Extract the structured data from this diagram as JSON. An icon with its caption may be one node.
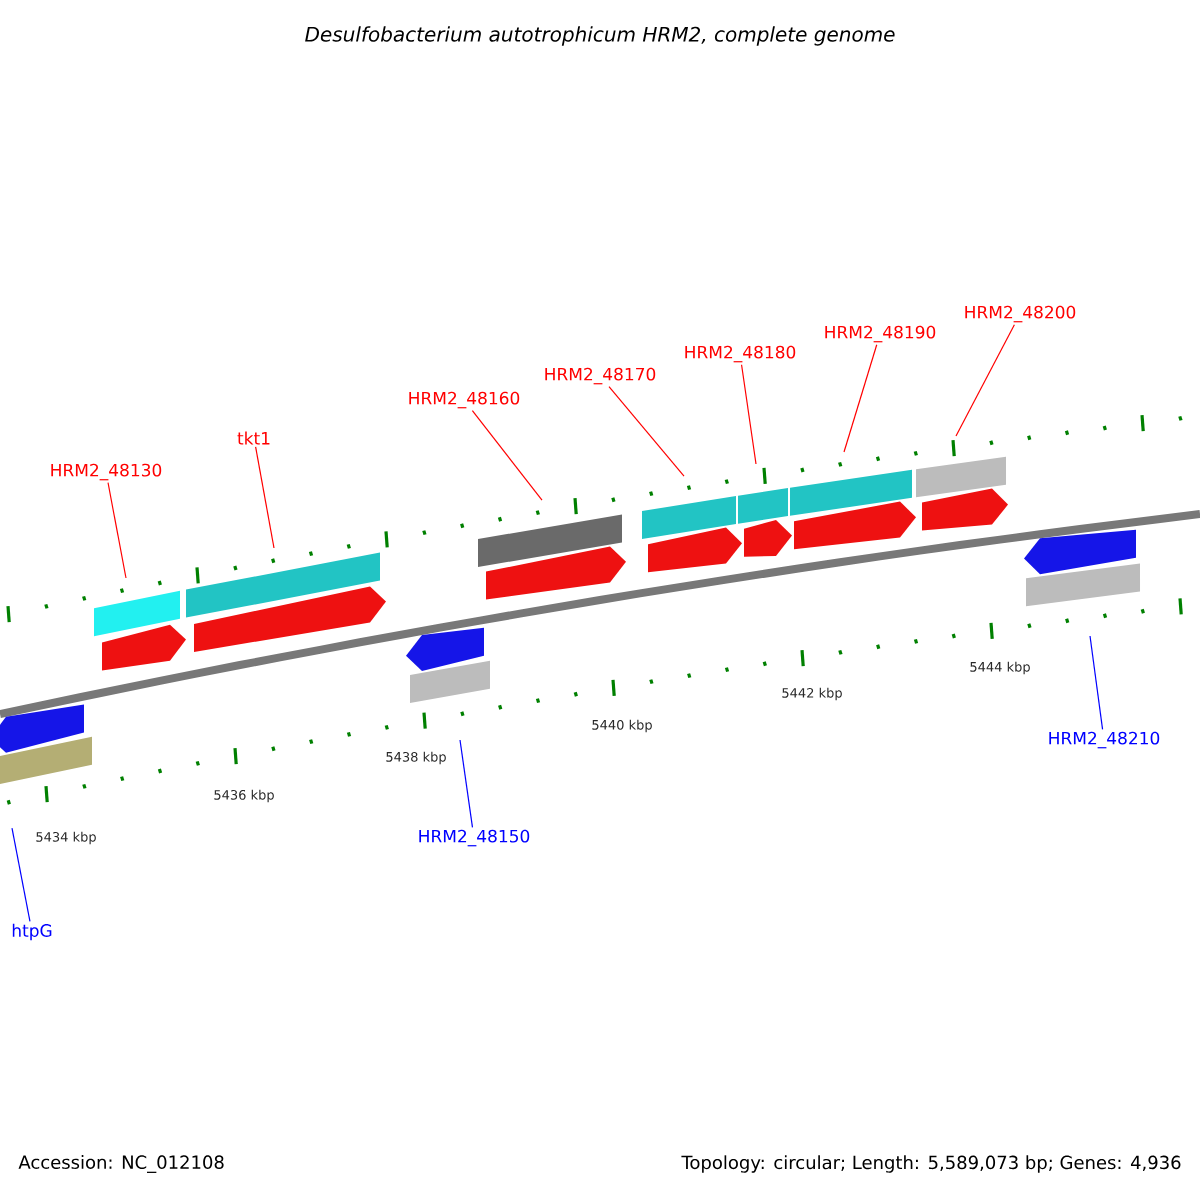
{
  "diagram": {
    "title": "Desulfobacterium autotrophicum HRM2, complete genome",
    "nodes": [
      {
        "text": [
          "HRM2_48130"
        ]
      },
      {
        "text": [
          "tkt1"
        ]
      },
      {
        "text": [
          "HRM2_48160"
        ]
      },
      {
        "text": [
          "HRM2_48170"
        ]
      },
      {
        "text": [
          "HRM2_48180"
        ]
      },
      {
        "text": [
          "HRM2_48190"
        ]
      },
      {
        "text": [
          "HRM2_48200"
        ]
      },
      {
        "text": [
          "HRM2_48150"
        ]
      },
      {
        "text": [
          "HRM2_48210"
        ]
      },
      {
        "text": [
          "htpG"
        ]
      }
    ],
    "edges": [
      {
        "from": 0,
        "to": null,
        "arrow": "none"
      },
      {
        "from": 1,
        "to": null,
        "arrow": "none"
      },
      {
        "from": 2,
        "to": null,
        "arrow": "none"
      },
      {
        "from": 3,
        "to": null,
        "arrow": "none"
      },
      {
        "from": 4,
        "to": null,
        "arrow": "none"
      },
      {
        "from": 5,
        "to": null,
        "arrow": "none"
      },
      {
        "from": 6,
        "to": null,
        "arrow": "none"
      },
      {
        "from": 7,
        "to": null,
        "arrow": "none",
        "color": "#0000ff"
      },
      {
        "from": 8,
        "to": null,
        "arrow": "none",
        "color": "#0000ff"
      },
      {
        "from": 9,
        "to": null,
        "arrow": "none",
        "color": "#0000ff"
      }
    ],
    "labels": [
      "5434 kbp",
      "5436 kbp",
      "5438 kbp",
      "5440 kbp",
      "5442 kbp",
      "5444 kbp",
      "Accession: NC_012108",
      "Topology: circular; Length: 5,589,073 bp; Genes: 4,936"
    ]
  }
}
